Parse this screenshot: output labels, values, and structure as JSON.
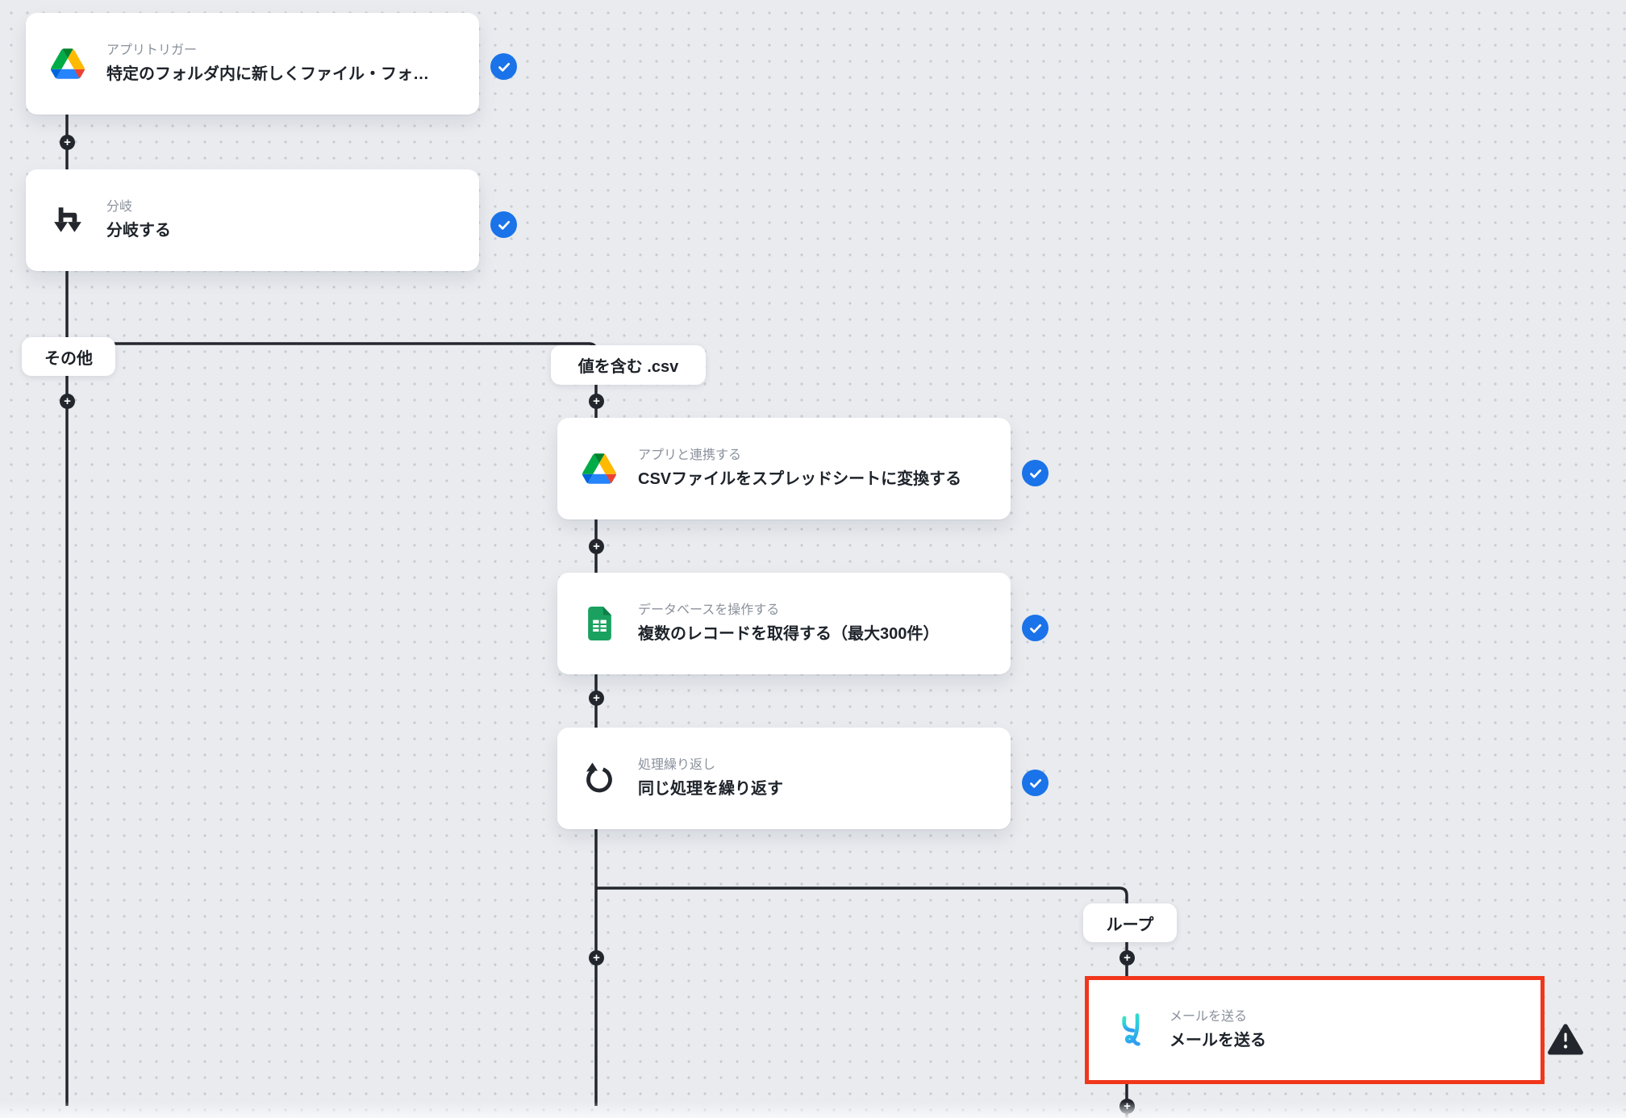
{
  "ui": {
    "plus": "+"
  },
  "colors": {
    "background": "#e9ebef",
    "grid_dot": "#c7ccd3",
    "connector": "#23272d",
    "status_done_blue": "#1a73e8",
    "error_border_red": "#f1361b",
    "card_bg": "#ffffff",
    "category_text": "#8a919c",
    "title_text": "#1e232a"
  },
  "nodes": [
    {
      "category": "アプリトリガー",
      "title": "特定のフォルダ内に新しくファイル・フォ…",
      "icon": "google-drive-icon",
      "status": "done"
    },
    {
      "category": "分岐",
      "title": "分岐する",
      "icon": "branch-icon",
      "status": "done"
    },
    {
      "category": "アプリと連携する",
      "title": "CSVファイルをスプレッドシートに変換する",
      "icon": "google-drive-icon",
      "status": "done"
    },
    {
      "category": "データベースを操作する",
      "title": "複数のレコードを取得する（最大300件）",
      "icon": "google-sheets-icon",
      "status": "done"
    },
    {
      "category": "処理繰り返し",
      "title": "同じ処理を繰り返す",
      "icon": "repeat-icon",
      "status": "done"
    },
    {
      "category": "メールを送る",
      "title": "メールを送る",
      "icon": "yoom-icon",
      "status": "error"
    }
  ],
  "branch_labels": {
    "other": "その他",
    "contains_csv": "値を含む .csv",
    "loop": "ループ"
  }
}
